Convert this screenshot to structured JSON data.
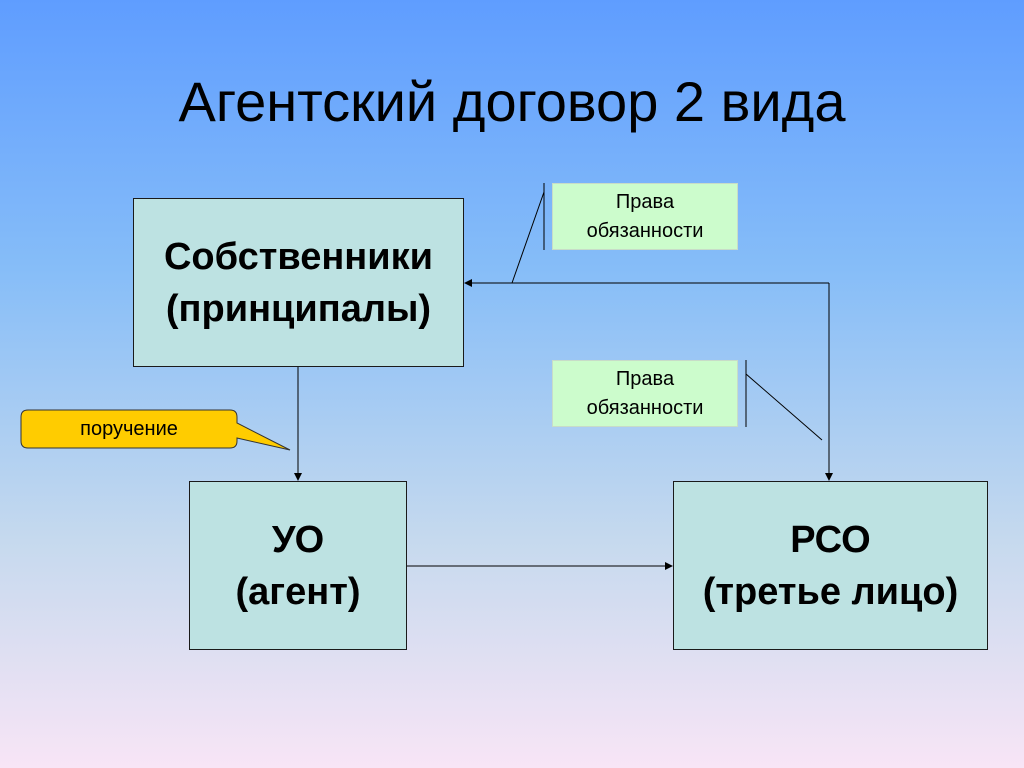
{
  "title": "Агентский договор 2 вида",
  "boxes": {
    "owners": {
      "line1": "Собственники",
      "line2": "(принципалы)"
    },
    "uo": {
      "line1": "УО",
      "line2": "(агент)"
    },
    "rso": {
      "line1": "РСО",
      "line2": "(третье лицо)"
    }
  },
  "notes": {
    "top": {
      "line1": "Права",
      "line2": "обязанности"
    },
    "mid": {
      "line1": "Права",
      "line2": "обязанности"
    }
  },
  "callout": {
    "label": "поручение"
  },
  "colors": {
    "box_fill": "#bde2e2",
    "note_fill": "#ccfccc",
    "callout_fill": "#ffcc00"
  }
}
